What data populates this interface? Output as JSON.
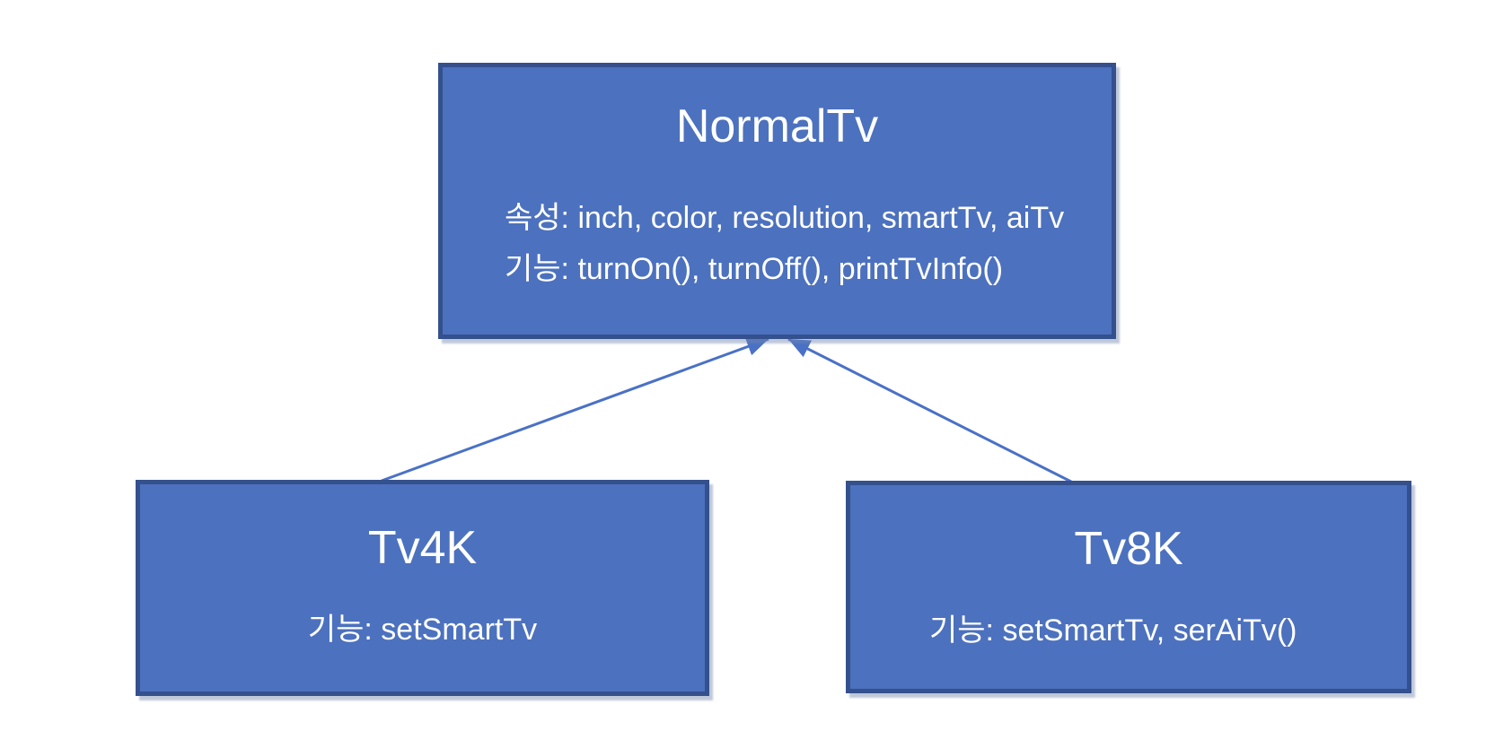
{
  "diagram": {
    "colors": {
      "background": "#FFFFFF",
      "box_fill": "#4C71BE",
      "box_border": "#34508D",
      "connector": "#4A71C6",
      "text": "#FFFFFF"
    },
    "classes": [
      {
        "name": "NormalTv",
        "attributes": "속성: inch, color, resolution, smartTv, aiTv",
        "methods": "기능: turnOn(), turnOff(), printTvInfo()"
      },
      {
        "name": "Tv4K",
        "methods": "기능: setSmartTv"
      },
      {
        "name": "Tv8K",
        "methods": "기능: setSmartTv, serAiTv()"
      }
    ],
    "relations": [
      {
        "from": "Tv4K",
        "to": "NormalTv",
        "type": "inheritance"
      },
      {
        "from": "Tv8K",
        "to": "NormalTv",
        "type": "inheritance"
      }
    ]
  }
}
